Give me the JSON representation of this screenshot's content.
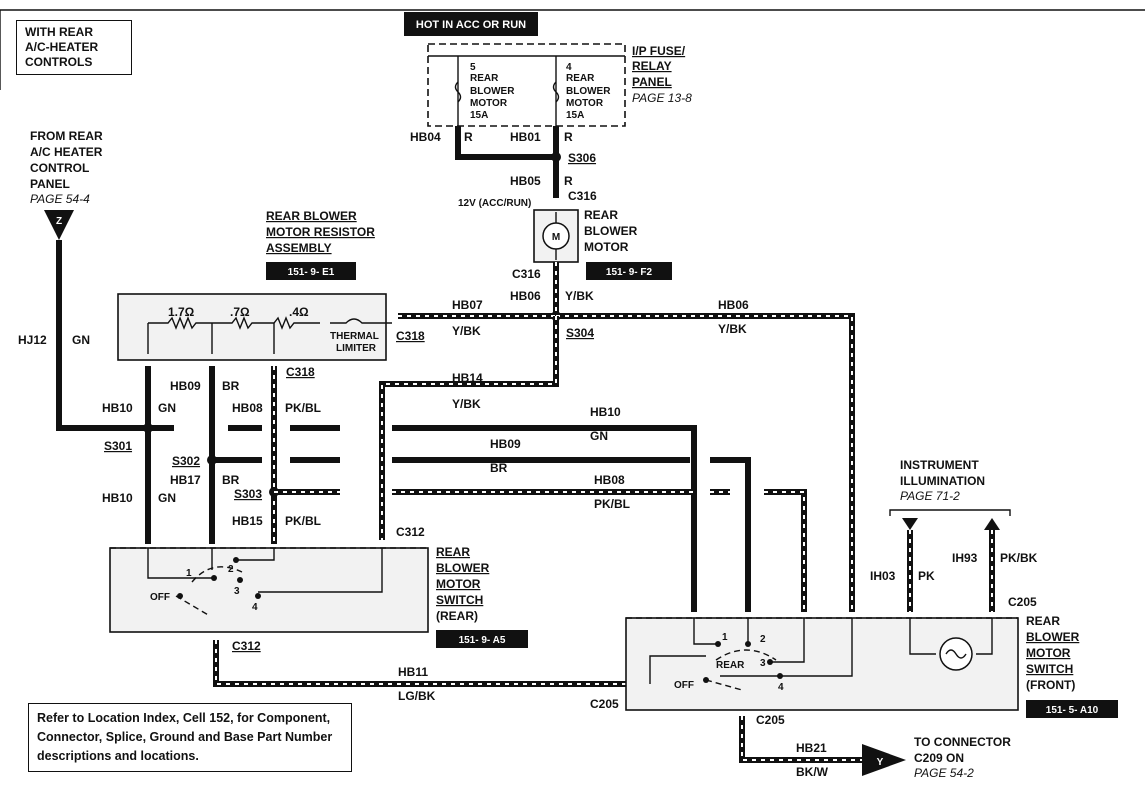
{
  "corner_note": "WITH REAR\nA/C-HEATER\nCONTROLS",
  "hot_label": "HOT IN ACC OR RUN",
  "fuse_panel": {
    "title": [
      "I/P FUSE/",
      "RELAY",
      "PANEL"
    ],
    "page_ref": "PAGE 13-8",
    "fuse_left": [
      "5",
      "REAR",
      "BLOWER",
      "MOTOR",
      "15A"
    ],
    "fuse_right": [
      "4",
      "REAR",
      "BLOWER",
      "MOTOR",
      "15A"
    ]
  },
  "from_rear_control": {
    "lines": [
      "FROM REAR",
      "A/C HEATER",
      "CONTROL",
      "PANEL"
    ],
    "page_ref": "PAGE 54-4",
    "arrow_letter": "Z"
  },
  "resistor_assembly": {
    "title": [
      "REAR BLOWER",
      "MOTOR RESISTOR",
      "ASSEMBLY"
    ],
    "code": "151- 9- E1",
    "resistors": [
      "1.7Ω",
      ".7Ω",
      ".4Ω"
    ],
    "limiter": [
      "THERMAL",
      "LIMITER"
    ]
  },
  "blower_motor": {
    "title": [
      "REAR",
      "BLOWER",
      "MOTOR"
    ],
    "code": "151- 9- F2",
    "symbol": "M",
    "voltage": "12V (ACC/RUN)"
  },
  "instrument_illum": {
    "lines": [
      "INSTRUMENT",
      "ILLUMINATION"
    ],
    "page_ref": "PAGE 71-2"
  },
  "rear_switch": {
    "title": [
      "REAR",
      "BLOWER",
      "MOTOR",
      "SWITCH",
      "(REAR)"
    ],
    "code": "151- 9- A5",
    "positions": [
      "1",
      "2",
      "3",
      "4",
      "OFF"
    ]
  },
  "front_switch": {
    "title": [
      "REAR",
      "BLOWER",
      "MOTOR",
      "SWITCH",
      "(FRONT)"
    ],
    "code": "151- 5- A10",
    "positions": [
      "1",
      "2",
      "3",
      "4",
      "REAR",
      "OFF"
    ]
  },
  "to_connector": {
    "lines": [
      "TO CONNECTOR",
      "C209 ON"
    ],
    "page_ref": "PAGE 54-2",
    "arrow_letter": "Y"
  },
  "circuits": {
    "hb04": "HB04",
    "hb01": "HB01",
    "hb05": "HB05",
    "hb06": "HB06",
    "hb07": "HB07",
    "hb14": "HB14",
    "hb10": "HB10",
    "hb09": "HB09",
    "hb08": "HB08",
    "hb17": "HB17",
    "hb15": "HB15",
    "hb11": "HB11",
    "hb21": "HB21",
    "hj12": "HJ12",
    "ih03": "IH03",
    "ih93": "IH93"
  },
  "colors": {
    "r": "R",
    "gn": "GN",
    "ybk": "Y/BK",
    "br": "BR",
    "pkbl": "PK/BL",
    "lgbk": "LG/BK",
    "bkw": "BK/W",
    "pk": "PK",
    "pkbk": "PK/BK"
  },
  "connectors": {
    "s306": "S306",
    "c316": "C316",
    "c318": "C318",
    "s304": "S304",
    "s301": "S301",
    "s302": "S302",
    "s303": "S303",
    "c312": "C312",
    "c205": "C205"
  },
  "reference_note": "Refer to Location Index, Cell 152, for Component, Connector, Splice, Ground and Base Part Number descriptions and locations.",
  "style": {
    "ink": "#111111",
    "paper": "#ffffff",
    "fill_gray": "#f2f2f2"
  }
}
